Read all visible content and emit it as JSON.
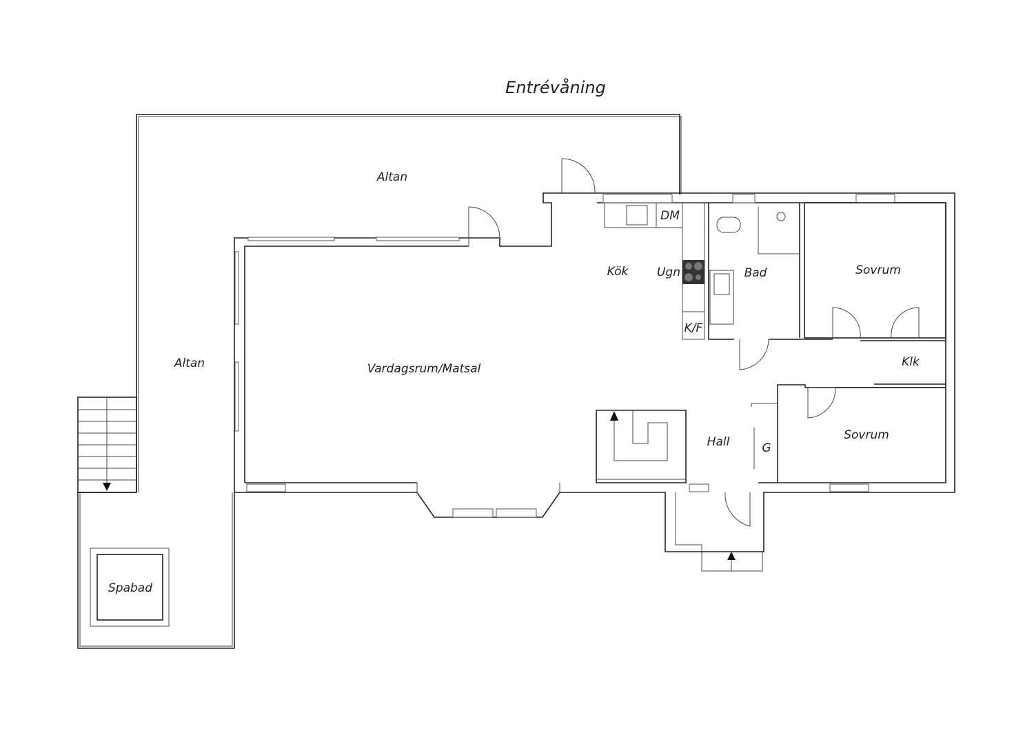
{
  "title": "Entrévåning",
  "rooms": {
    "altan_top": "Altan",
    "altan_left": "Altan",
    "kok": "Kök",
    "dm": "DM",
    "ugn": "Ugn",
    "kf": "K/F",
    "bad": "Bad",
    "sovrum1": "Sovrum",
    "klk": "Klk",
    "vardagsrum": "Vardagsrum/Matsal",
    "hall": "Hall",
    "g": "G",
    "sovrum2": "Sovrum",
    "spabad": "Spabad"
  },
  "colors": {
    "line": "#222222",
    "stove": "#333333"
  }
}
